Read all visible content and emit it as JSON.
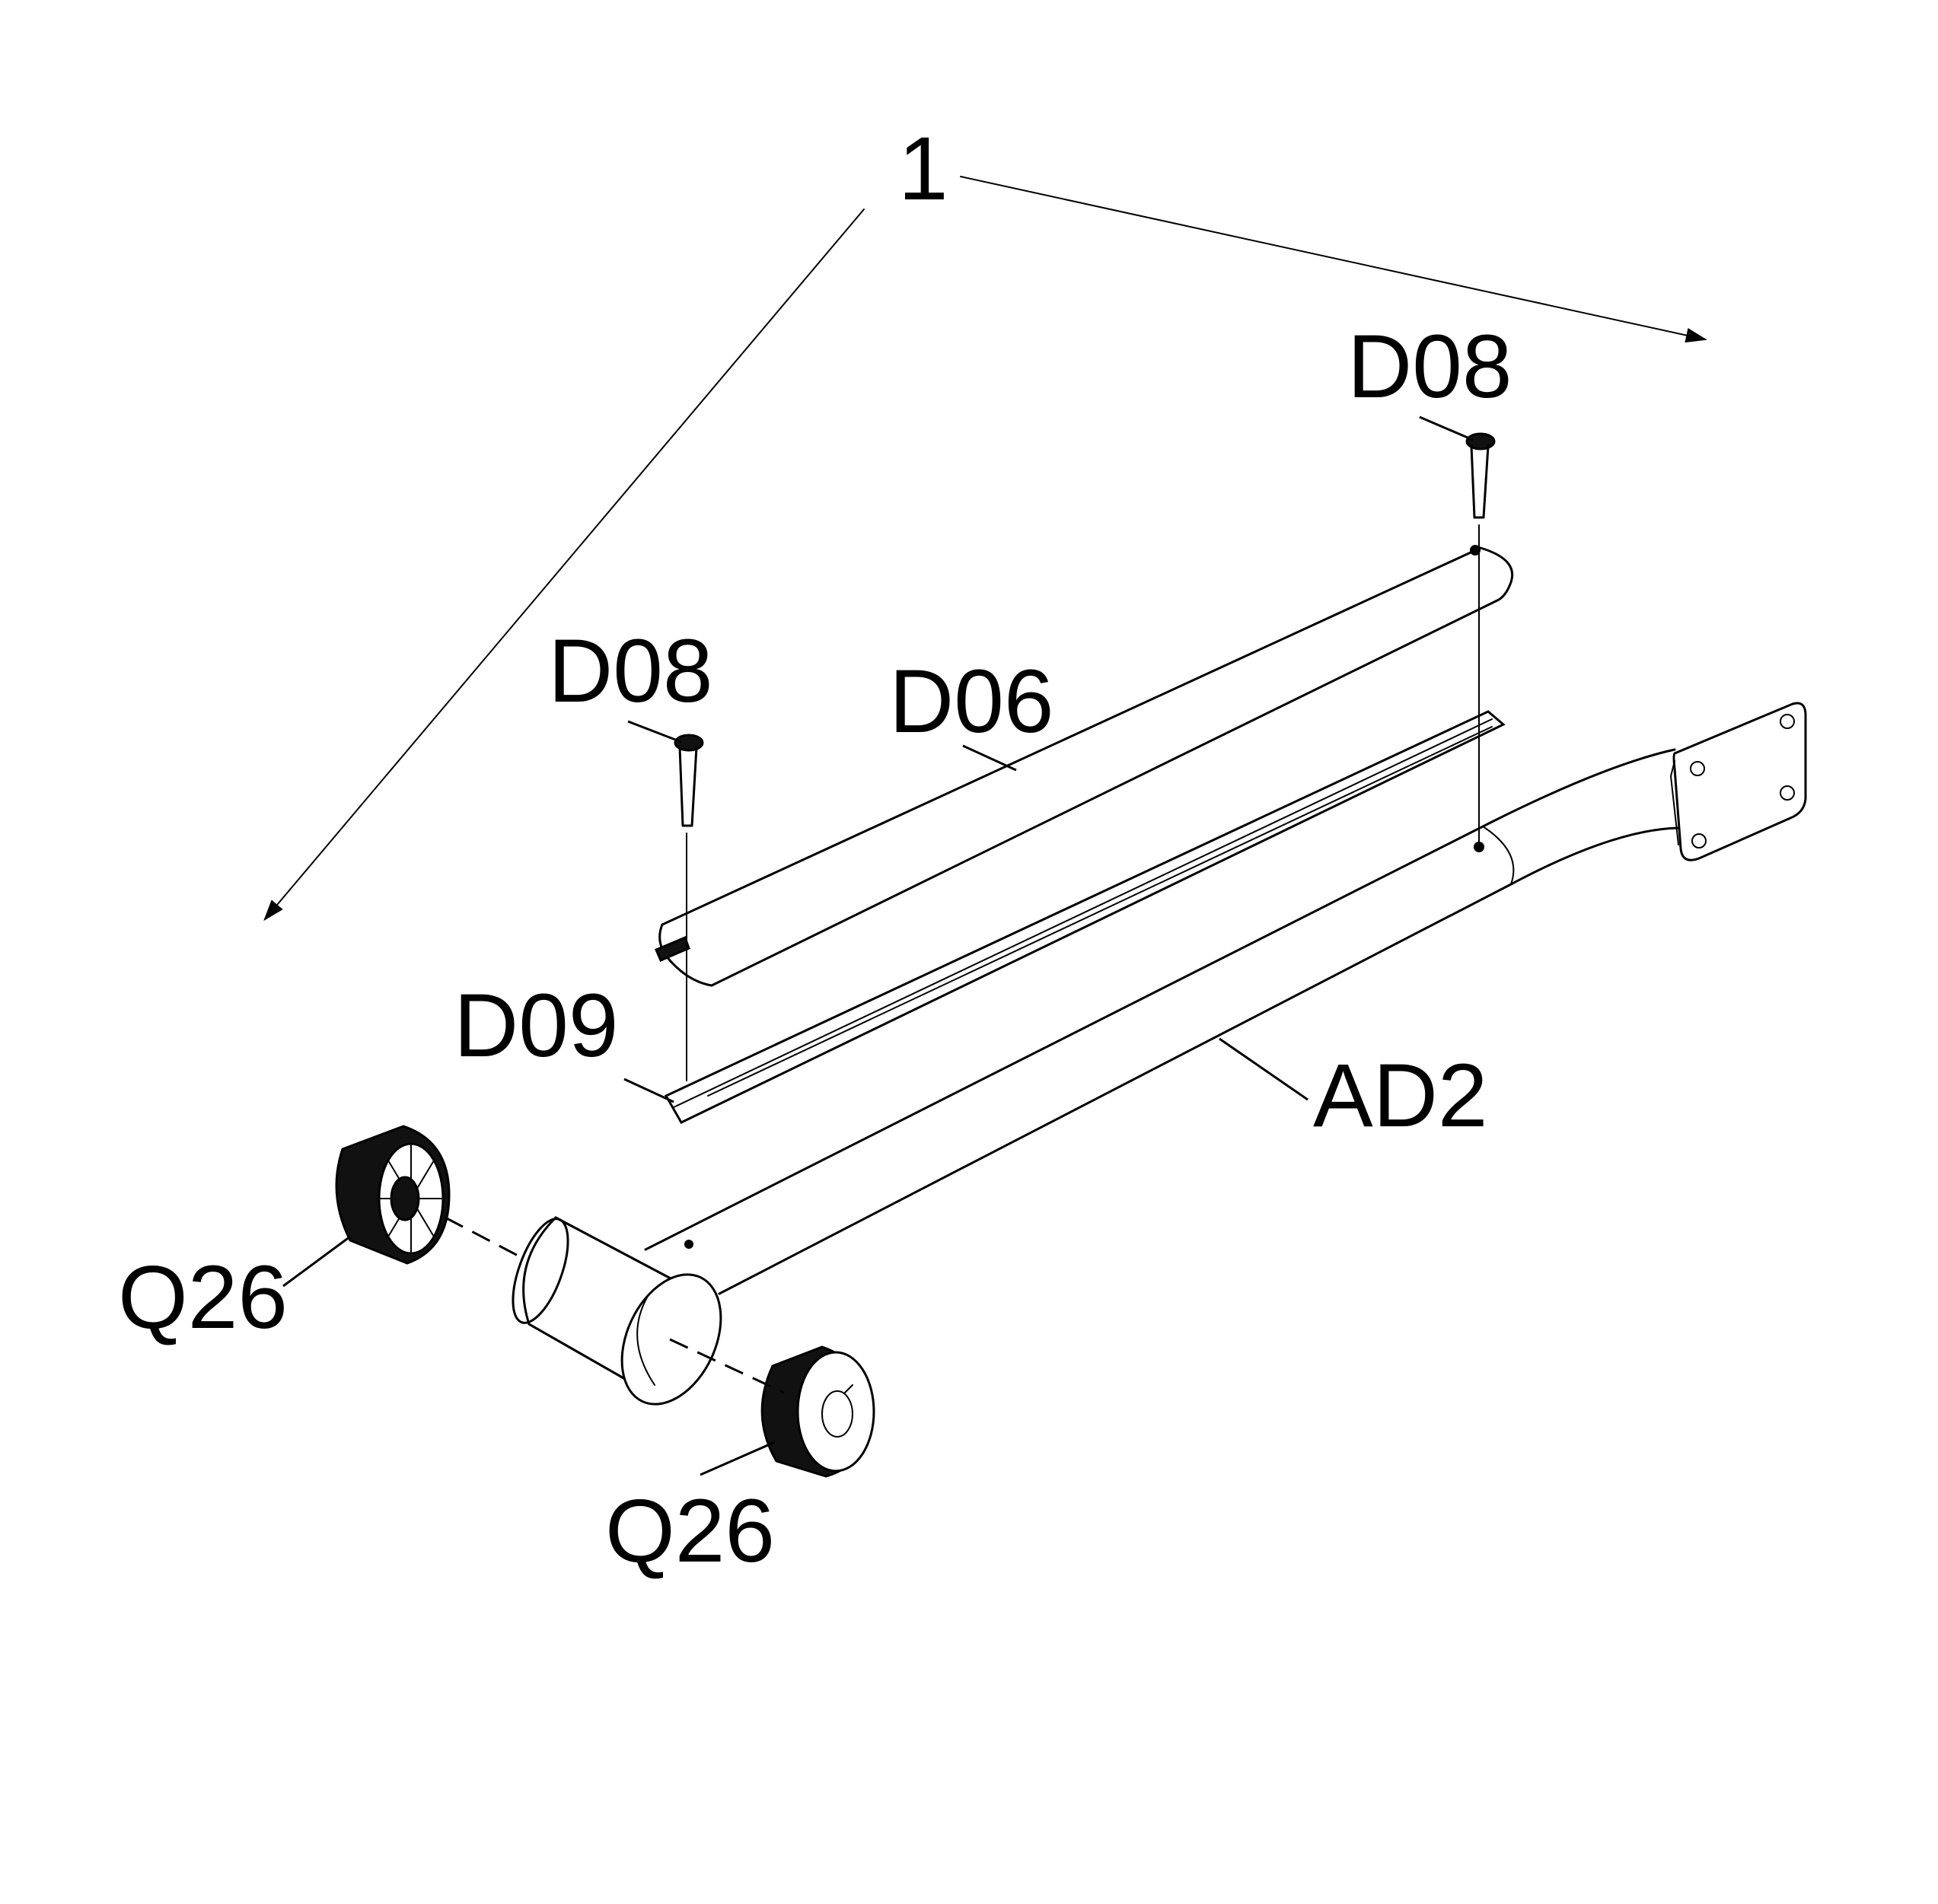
{
  "diagram": {
    "colors": {
      "ink": "#000000",
      "background": "#ffffff"
    },
    "labels": {
      "assembly": "1",
      "bolt_top": "D08",
      "bolt_left": "D08",
      "upper_bar": "D06",
      "strip": "D09",
      "main_tube": "AD2",
      "cap_left": "Q26",
      "cap_bottom": "Q26"
    }
  }
}
